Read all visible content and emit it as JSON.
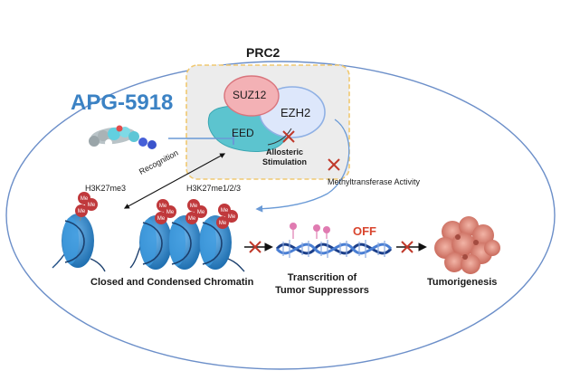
{
  "title": "PRC2",
  "drug": {
    "name": "APG-5918",
    "color": "#3b82c4"
  },
  "subunits": {
    "suz12": "SUZ12",
    "ezh2": "EZH2",
    "eed": "EED"
  },
  "labels": {
    "allosteric": "Allosteric\nStimulation",
    "methyltransferase": "Methyltransferase Activity",
    "recognition": "Recognition",
    "h3k27me3": "H3K27me3",
    "h3k27me123": "H3K27me1/2/3",
    "me": "Me",
    "off": "OFF",
    "chromatin": "Closed and Condensed Chromatin",
    "transcription": "Transcrition of\nTumor Suppressors",
    "tumorigenesis": "Tumorigenesis"
  },
  "colors": {
    "prc2_box": "#ececec",
    "prc2_border": "#f0c870",
    "suz12": "#f3b1b5",
    "ezh2": "#dde7fb",
    "eed": "#5cc4cf",
    "nucleosome": "#2e86c9",
    "me": "#c0393c",
    "inhibit_x": "#c0392b",
    "off": "#d9452e",
    "arrow_blue": "#6a9ad6"
  }
}
